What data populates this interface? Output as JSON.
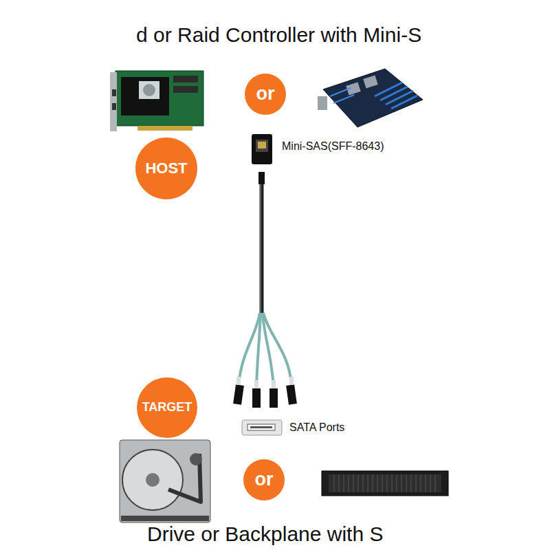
{
  "diagram": {
    "title": "d or Raid Controller with Mini-S",
    "caption": "Drive or Backplane with S",
    "nodes": [
      {
        "text": [
          "or"
        ]
      },
      {
        "text": [
          "HOST"
        ]
      },
      {
        "text": [
          "TARGET"
        ]
      },
      {
        "text": [
          "or"
        ]
      }
    ],
    "labels": [
      "Mini-SAS(SFF-8643)",
      "SATA Ports"
    ]
  }
}
